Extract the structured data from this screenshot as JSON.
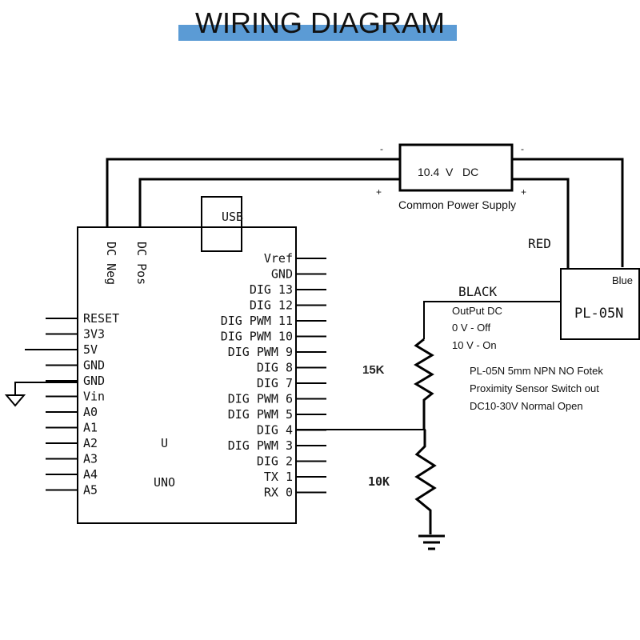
{
  "title": "WIRING DIAGRAM",
  "colors": {
    "title_bar": "#5b9bd5",
    "wire": "#000000",
    "text": "#111111"
  },
  "power_supply": {
    "voltage_label": "10.4  V   DC",
    "caption": "Common Power Supply",
    "left_neg": "-",
    "left_pos": "+",
    "right_neg": "-",
    "right_pos": "+"
  },
  "arduino": {
    "usb_label": "USB",
    "dc_neg_label": "DC Neg",
    "dc_pos_label": "DC Pos",
    "center_label_u": "U",
    "center_label_uno": "UNO",
    "left_pins": [
      "RESET",
      "3V3",
      "5V",
      "GND",
      "GND",
      "Vin",
      "A0",
      "A1",
      "A2",
      "A3",
      "A4",
      "A5"
    ],
    "right_pins": [
      "Vref",
      "GND",
      "DIG 13",
      "DIG 12",
      "DIG PWM 11",
      "DIG PWM 10",
      "DIG PWM 9",
      "DIG 8",
      "DIG 7",
      "DIG PWM 6",
      "DIG PWM 5",
      "DIG 4",
      "DIG PWM 3",
      "DIG 2",
      "TX 1",
      "RX 0"
    ]
  },
  "sensor": {
    "name": "PL-05N",
    "blue_label": "Blue",
    "red_label": "RED",
    "black_label": "BLACK",
    "output_lines": [
      "OutPut DC",
      "0 V - Off",
      "10 V - On"
    ],
    "description_lines": [
      "PL-05N 5mm NPN NO Fotek",
      "Proximity Sensor Switch out",
      "DC10-30V Normal Open"
    ]
  },
  "resistors": {
    "upper": "15K",
    "lower": "10K"
  }
}
